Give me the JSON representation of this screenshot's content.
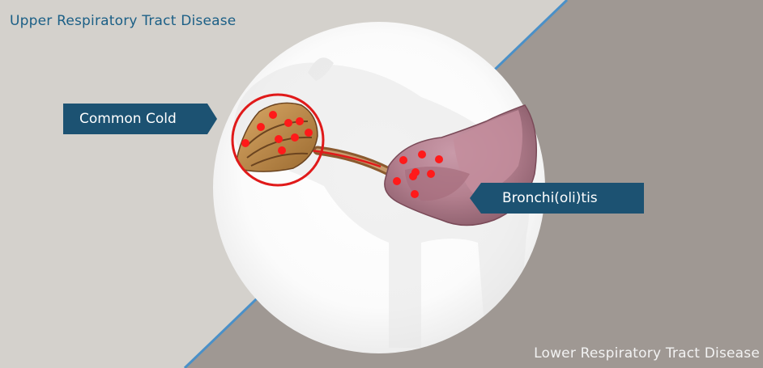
{
  "regions": {
    "upper": "Upper Respiratory Tract Disease",
    "lower": "Lower Respiratory Tract Disease"
  },
  "callouts": {
    "common_cold": "Common Cold",
    "bronchiolitis": "Bronchi(oli)tis"
  },
  "colors": {
    "upper_background": "#d4d1cc",
    "lower_background": "#9f9893",
    "divider_line": "#4a90c8",
    "callout_fill": "#1c5272",
    "upper_label_text": "#1b5f86",
    "lower_label_text": "#f2f2f2",
    "highlight_circle": "#e01a1a",
    "infection_dot": "#ff1a1a"
  }
}
